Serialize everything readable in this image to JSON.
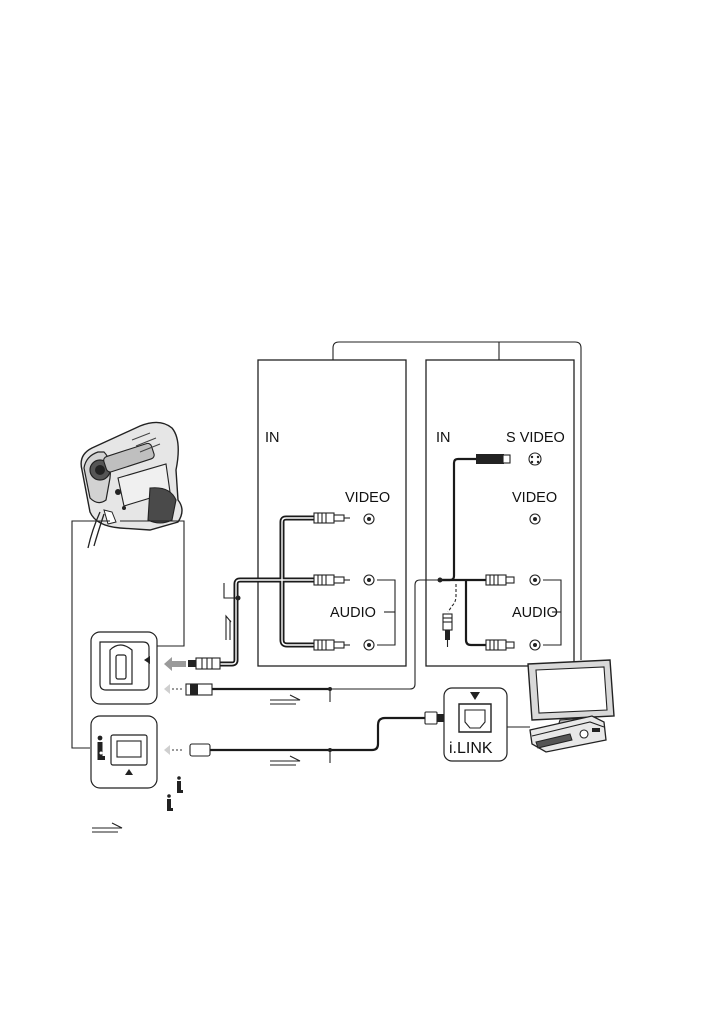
{
  "labels": {
    "panel_a_in": "IN",
    "panel_a_video": "VIDEO",
    "panel_a_audio": "AUDIO",
    "panel_b_in": "IN",
    "panel_b_svideo": "S VIDEO",
    "panel_b_video": "VIDEO",
    "panel_b_audio": "AUDIO",
    "ilink": "i.LINK"
  },
  "icons": {
    "camcorder": "camcorder-icon",
    "tv": "television-icon",
    "vcr": "vcr-icon",
    "ilink_symbol": "ilink-symbol-icon",
    "signal_flow": "signal-flow-arrow-icon"
  },
  "colors": {
    "line": "#1a1a1a",
    "arrow_grey": "#9a9a9a",
    "background": "#ffffff"
  }
}
